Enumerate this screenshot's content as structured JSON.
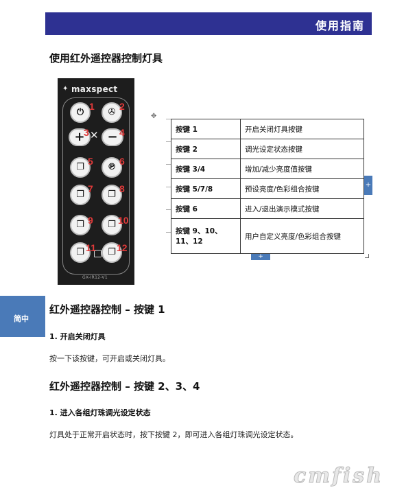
{
  "header": {
    "title": "使用指南"
  },
  "sections": {
    "ir_remote_title": "使用红外遥控器控制灯具",
    "key1_title": "红外遥控器控制 – 按键 1",
    "key1_item": "1.  开启关闭灯具",
    "key1_text": "按一下该按键，可开启或关闭灯具。",
    "key234_title": "红外遥控器控制 – 按键 2、3、4",
    "key234_item": "1.  进入各组灯珠调光设定状态",
    "key234_text": "灯具处于正常开启状态时，按下按键 2，即可进入各组灯珠调光设定状态。"
  },
  "side_tab": {
    "label": "简中"
  },
  "remote": {
    "brand": "maxspect",
    "model": "GX-IR12-V1",
    "labels": [
      "1",
      "2",
      "3",
      "4",
      "5",
      "6",
      "7",
      "8",
      "9",
      "10",
      "11",
      "12"
    ]
  },
  "key_table": {
    "rows": [
      {
        "key": "按键 1",
        "desc": "开启关闭灯具按键"
      },
      {
        "key": "按键 2",
        "desc": "调光设定状态按键"
      },
      {
        "key": "按键 3/4",
        "desc": "增加/减少亮度值按键"
      },
      {
        "key": "按键 5/7/8",
        "desc": "预设亮度/色彩组合按键"
      },
      {
        "key": "按键 6",
        "desc": "进入/退出演示模式按键"
      },
      {
        "key": "按键 9、10、11、12",
        "desc": "用户自定义亮度/色彩组合按键"
      }
    ]
  },
  "watermark": {
    "text": "cmfish"
  },
  "colors": {
    "header": "#2e3192",
    "side_tab": "#4a7ab8",
    "label_red": "#e23a3a"
  }
}
